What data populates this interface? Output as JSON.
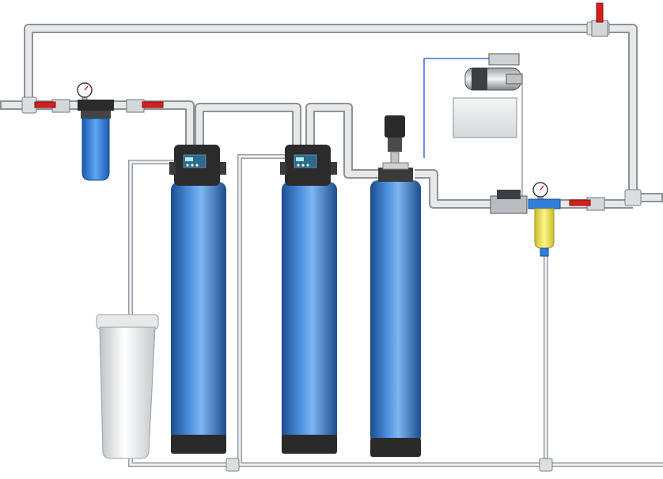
{
  "diagram": {
    "components": [
      {
        "id": "inlet",
        "kind": "inlet-pipe"
      },
      {
        "id": "bypass-line",
        "kind": "bypass-pipe"
      },
      {
        "id": "bypass-valve",
        "kind": "ball-valve"
      },
      {
        "id": "inlet-valve",
        "kind": "ball-valve"
      },
      {
        "id": "pressure-gauge-inlet",
        "kind": "pressure-gauge"
      },
      {
        "id": "sediment-filter",
        "kind": "cartridge-filter"
      },
      {
        "id": "filter-outlet-valve",
        "kind": "ball-valve"
      },
      {
        "id": "softener-tank-1",
        "kind": "pressure-vessel"
      },
      {
        "id": "softener-control-1",
        "kind": "control-valve-head"
      },
      {
        "id": "softener-tank-2",
        "kind": "pressure-vessel"
      },
      {
        "id": "softener-control-2",
        "kind": "control-valve-head"
      },
      {
        "id": "aeration-tank",
        "kind": "pressure-vessel"
      },
      {
        "id": "air-release-valve",
        "kind": "vent-valve"
      },
      {
        "id": "air-compressor",
        "kind": "compressor"
      },
      {
        "id": "compressor-controller",
        "kind": "control-box"
      },
      {
        "id": "solenoid-valve",
        "kind": "solenoid-valve"
      },
      {
        "id": "pressure-gauge-outlet",
        "kind": "pressure-gauge"
      },
      {
        "id": "mesh-filter",
        "kind": "self-cleaning-filter"
      },
      {
        "id": "outlet-valve",
        "kind": "ball-valve"
      },
      {
        "id": "brine-tank",
        "kind": "brine-tank"
      },
      {
        "id": "drain-line",
        "kind": "drain-pipe"
      },
      {
        "id": "outlet",
        "kind": "outlet-pipe"
      }
    ]
  },
  "colors": {
    "pipe": "#e2e5e8",
    "pipe_edge": "#8d9296",
    "tank_blue": "#3f7fd0",
    "tank_blue_dark": "#1c4d8f",
    "tank_base": "#2a2a2a",
    "valve_handle": "#d81e1e",
    "filter_yellow": "#f3e85a",
    "filter_blue": "#2f7fd8",
    "air_line": "#3a6fd6"
  }
}
